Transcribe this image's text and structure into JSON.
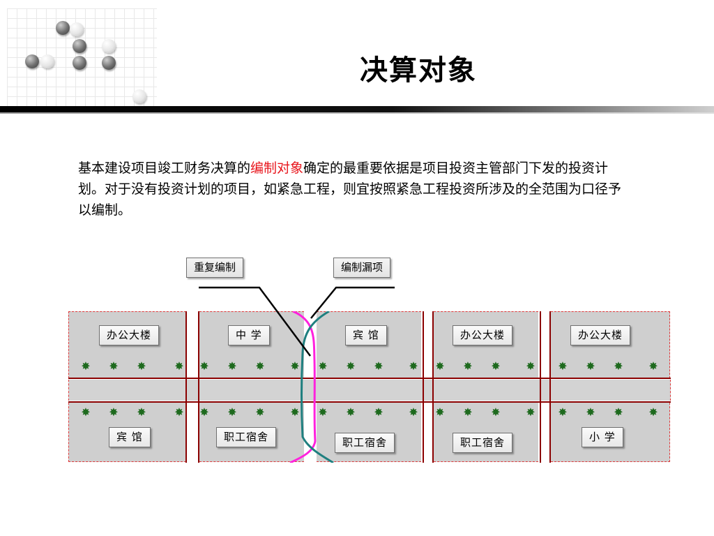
{
  "slide": {
    "title": "决算对象",
    "paragraph": {
      "part1": "基本建设项目竣工财务决算的",
      "highlight": "编制对象",
      "part2": "确定的最重要依据是项目投资主管部门下发的投资计划。对于没有投资计划的项目，如紧急工程，则宜按照紧急工程投资所涉及的全范围为口径予以编制。"
    },
    "callouts": {
      "duplicate": "重复编制",
      "missing": "编制漏项"
    },
    "buildings_top": [
      "办公大楼",
      "中 学",
      "宾 馆",
      "办公大楼",
      "办公大楼"
    ],
    "buildings_bottom": [
      "宾 馆",
      "职工宿舍",
      "职工宿舍",
      "职工宿舍",
      "小 学"
    ],
    "tree_icon": "star-shrub-icon",
    "colors": {
      "highlight": "#e8161d",
      "road": "#8b0000",
      "block_fill": "#cfcfcf",
      "boundary_magenta": "#ff22dd",
      "boundary_teal": "#1f7f7f",
      "tree": "#1e6a1e"
    }
  }
}
